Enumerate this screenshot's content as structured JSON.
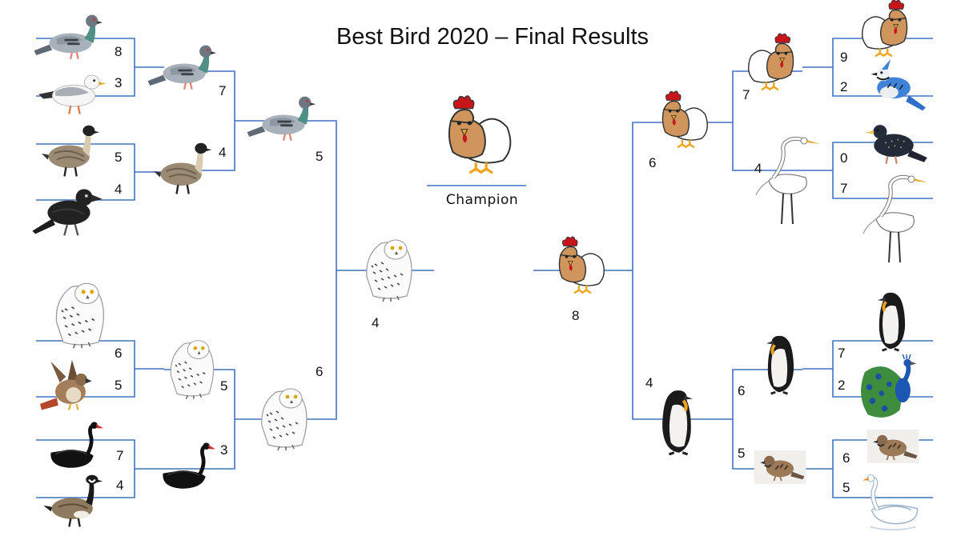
{
  "title": "Best Bird 2020 – Final Results",
  "champion_label": "Champion",
  "colors": {
    "bracket_line": "#4472C4",
    "text": "#111111"
  },
  "bracket": {
    "left": {
      "round1": [
        {
          "bird": "pigeon-icon",
          "score": "8"
        },
        {
          "bird": "gull-icon",
          "score": "3"
        },
        {
          "bird": "nene-goose-icon",
          "score": "5"
        },
        {
          "bird": "crow-icon",
          "score": "4"
        },
        {
          "bird": "snowy-owl-icon",
          "score": "6"
        },
        {
          "bird": "hawk-icon",
          "score": "5"
        },
        {
          "bird": "black-swan-icon",
          "score": "7"
        },
        {
          "bird": "canada-goose-icon",
          "score": "4"
        }
      ],
      "round2": [
        {
          "bird": "pigeon-icon",
          "score": "7"
        },
        {
          "bird": "nene-goose-icon",
          "score": "4"
        },
        {
          "bird": "snowy-owl-icon",
          "score": "5"
        },
        {
          "bird": "black-swan-icon",
          "score": "3"
        }
      ],
      "round3": [
        {
          "bird": "pigeon-icon",
          "score": "5"
        },
        {
          "bird": "snowy-owl-icon",
          "score": "6"
        }
      ],
      "final": {
        "bird": "snowy-owl-icon",
        "score": "4"
      }
    },
    "right": {
      "round1": [
        {
          "bird": "chicken-icon",
          "score": "9"
        },
        {
          "bird": "blue-jay-icon",
          "score": "2"
        },
        {
          "bird": "starling-icon",
          "score": "0"
        },
        {
          "bird": "egret-icon",
          "score": "7"
        },
        {
          "bird": "penguin-icon",
          "score": "7"
        },
        {
          "bird": "peacock-icon",
          "score": "2"
        },
        {
          "bird": "sparrow-icon",
          "score": "6"
        },
        {
          "bird": "white-swan-icon",
          "score": "5"
        }
      ],
      "round2": [
        {
          "bird": "chicken-icon",
          "score": "7"
        },
        {
          "bird": "egret-icon",
          "score": "4"
        },
        {
          "bird": "penguin-icon",
          "score": "6"
        },
        {
          "bird": "sparrow-icon",
          "score": "5"
        }
      ],
      "round3": [
        {
          "bird": "chicken-icon",
          "score": "6"
        },
        {
          "bird": "penguin-icon",
          "score": "4"
        }
      ],
      "final": {
        "bird": "chicken-icon",
        "score": "8"
      }
    },
    "champion": {
      "bird": "chicken-icon"
    }
  }
}
